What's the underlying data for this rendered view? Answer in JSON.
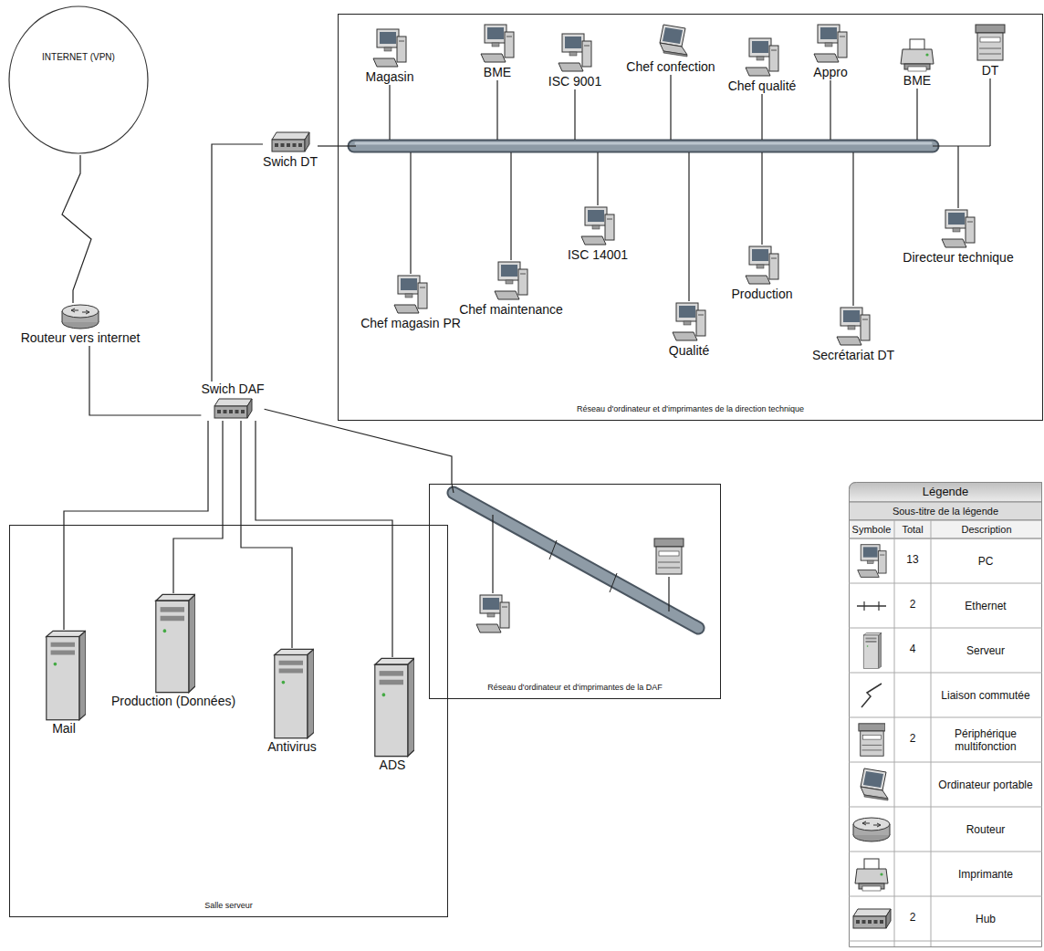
{
  "diagram": {
    "nodes": [
      {
        "text": [
          "INTERNET (VPN)"
        ]
      },
      {
        "text": [
          "Réseau d'ordinateur et d'imprimantes de la direction technique"
        ]
      },
      {
        "text": [
          "Magasin"
        ],
        "in": 1
      },
      {
        "text": [
          "BME"
        ],
        "in": 1
      },
      {
        "text": [
          "ISC 9001"
        ],
        "in": 1
      },
      {
        "text": [
          "Chef confection"
        ],
        "in": 1
      },
      {
        "text": [
          "Chef qualité"
        ],
        "in": 1
      },
      {
        "text": [
          "Appro"
        ],
        "in": 1
      },
      {
        "text": [
          "BME"
        ],
        "in": 1
      },
      {
        "text": [
          "DT"
        ],
        "in": 1
      },
      {
        "text": [
          "Chef magasin PR"
        ],
        "in": 1
      },
      {
        "text": [
          "Chef maintenance"
        ],
        "in": 1
      },
      {
        "text": [
          "ISC 14001"
        ],
        "in": 1
      },
      {
        "text": [
          "Qualité"
        ],
        "in": 1
      },
      {
        "text": [
          "Production"
        ],
        "in": 1
      },
      {
        "text": [
          "Secrétariat DT"
        ],
        "in": 1
      },
      {
        "text": [
          "Directeur technique"
        ],
        "in": 1
      },
      {
        "text": [
          "Swich DT"
        ]
      },
      {
        "text": [
          "Routeur vers internet"
        ]
      },
      {
        "text": [
          "Swich DAF"
        ]
      },
      {
        "text": [
          "Réseau d'ordinateur et d'imprimantes de la DAF"
        ]
      },
      {
        "text": [
          "Salle serveur"
        ]
      },
      {
        "text": [
          "Mail"
        ],
        "in": 21
      },
      {
        "text": [
          "Production (Données)"
        ],
        "in": 21
      },
      {
        "text": [
          "Antivirus"
        ],
        "in": 21
      },
      {
        "text": [
          "ADS"
        ],
        "in": 21
      }
    ],
    "edges": [
      {
        "from": 0,
        "to": 18,
        "arrow": "none"
      },
      {
        "from": 18,
        "to": 19,
        "arrow": "none"
      },
      {
        "from": 19,
        "to": 17,
        "arrow": "none"
      },
      {
        "from": 17,
        "to": 1,
        "arrow": "none"
      },
      {
        "from": 19,
        "to": 20,
        "arrow": "none"
      },
      {
        "from": 19,
        "to": 22,
        "arrow": "none"
      },
      {
        "from": 19,
        "to": 23,
        "arrow": "none"
      },
      {
        "from": 19,
        "to": 24,
        "arrow": "none"
      },
      {
        "from": 19,
        "to": 25,
        "arrow": "none"
      }
    ],
    "labels": [
      "Légende",
      "Sous-titre de la légende",
      "Symbole",
      "Total",
      "Description",
      "13",
      "2",
      "4",
      "2",
      "2"
    ],
    "legend": [
      {
        "text": "PC"
      },
      {
        "text": "Ethernet"
      },
      {
        "text": "Serveur"
      },
      {
        "text": "Liaison commutée"
      },
      {
        "text": "Périphérique multifonction"
      },
      {
        "text": "Ordinateur portable"
      },
      {
        "text": "Routeur"
      },
      {
        "text": "Imprimante"
      },
      {
        "text": "Hub"
      }
    ]
  }
}
